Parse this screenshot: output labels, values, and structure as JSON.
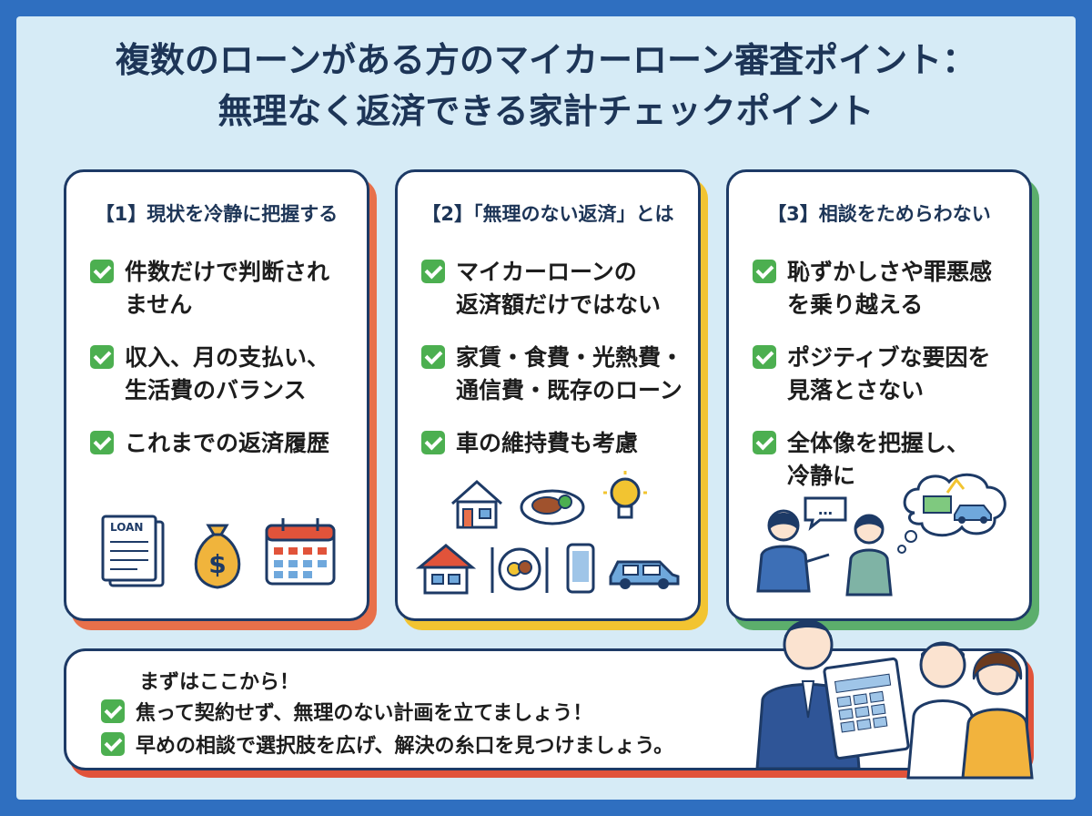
{
  "title": {
    "line1": "複数のローンがある方のマイカーローン審査ポイント：",
    "line2": "無理なく返済できる家計チェックポイント"
  },
  "cards": [
    {
      "heading": "【1】現状を冷静に把握する",
      "accent": "#e8704a",
      "items": [
        "件数だけで判断され\nません",
        "収入、月の支払い、\n生活費のバランス",
        "これまでの返済履歴"
      ],
      "icons": [
        "loan-document-icon",
        "money-bag-icon",
        "calendar-icon"
      ],
      "loan_label": "LOAN",
      "money_symbol": "$"
    },
    {
      "heading": "【2】「無理のない返済」とは",
      "accent": "#f2c431",
      "items": [
        "マイカーローンの\n返済額だけではない",
        "家賃・食費・光熱費・\n通信費・既存のローン",
        "車の維持費も考慮"
      ],
      "icons": [
        "house-icon",
        "steak-plate-icon",
        "light-bulb-icon",
        "house-icon",
        "meal-icon",
        "smartphone-icon",
        "car-icon"
      ]
    },
    {
      "heading": "【3】相談をためらわない",
      "accent": "#5cae6c",
      "items": [
        "恥ずかしさや罪悪感\nを乗り越える",
        "ポジティブな要因を\n見落とさない",
        "全体像を把握し、\n冷静に"
      ],
      "icons": [
        "consultant-icon",
        "speech-bubble-icon",
        "client-icon",
        "thought-bubble-icon"
      ],
      "speech_dots": "…"
    }
  ],
  "bottom": {
    "heading": "まずはここから！",
    "lines": [
      "焦って契約せず、無理のない計画を立てましょう！",
      "早めの相談で選択肢を広げ、解決の糸口を見つけましょう。"
    ],
    "icons": [
      "advisor-with-chart-icon",
      "couple-icon"
    ]
  },
  "colors": {
    "navy": "#1d3a66",
    "check_green": "#4caf50",
    "background": "#d6ebf6",
    "frame_blue": "#2f6fc0"
  }
}
